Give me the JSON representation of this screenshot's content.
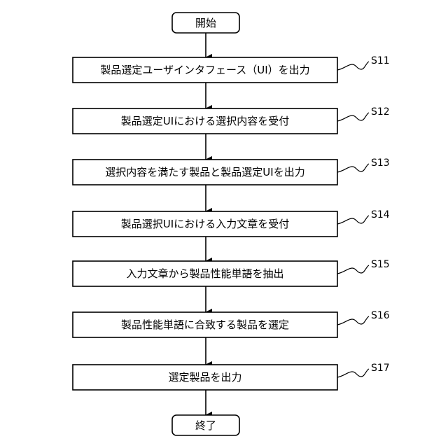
{
  "flowchart": {
    "start": {
      "label": "開始"
    },
    "steps": [
      {
        "id": "S11",
        "label": "製品選定ユーザインタフェース（UI）を出力"
      },
      {
        "id": "S12",
        "label": "製品選定UIにおける選択内容を受付"
      },
      {
        "id": "S13",
        "label": "選択内容を満たす製品と製品選定UIを出力"
      },
      {
        "id": "S14",
        "label": "製品選択UIにおける入力文章を受付"
      },
      {
        "id": "S15",
        "label": "入力文章から製品性能単語を抽出"
      },
      {
        "id": "S16",
        "label": "製品性能単語に合致する製品を選定"
      },
      {
        "id": "S17",
        "label": "選定製品を出力"
      }
    ],
    "end": {
      "label": "終了"
    }
  }
}
